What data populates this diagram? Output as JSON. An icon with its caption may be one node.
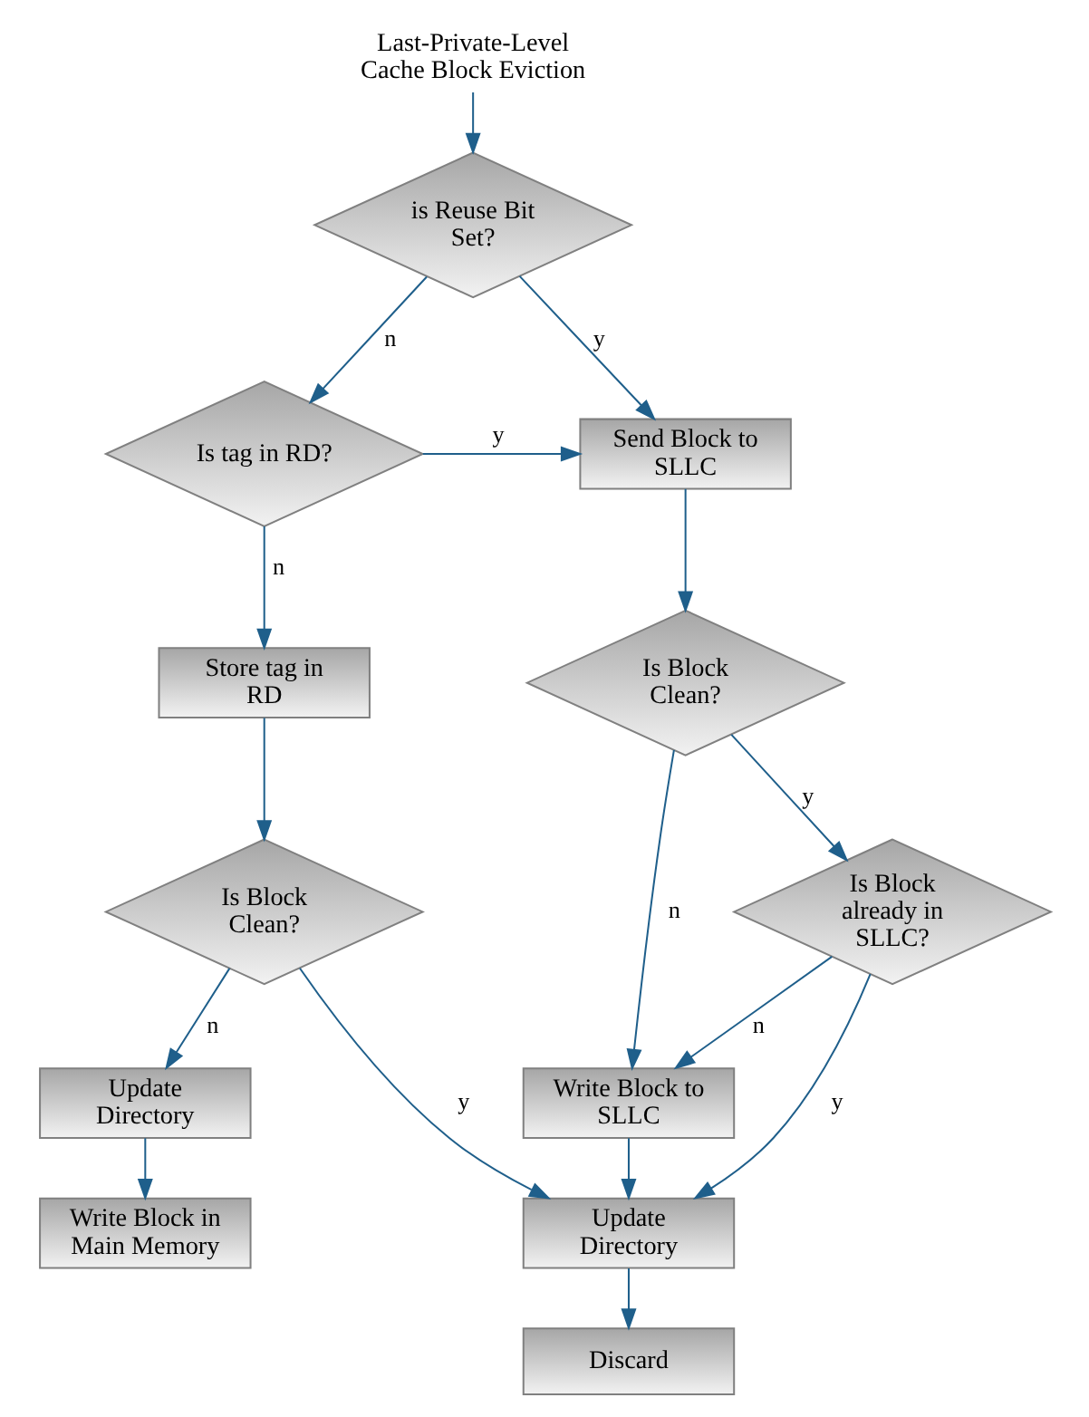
{
  "diagram": {
    "nodes": [
      {
        "text": [
          "Last-Private-Level Cache Block Eviction"
        ]
      },
      {
        "text": [
          "is Reuse Bit Set?"
        ]
      },
      {
        "text": [
          "Is tag in RD?"
        ]
      },
      {
        "text": [
          "Store tag in RD"
        ]
      },
      {
        "text": [
          "Is Block Clean?"
        ]
      },
      {
        "text": [
          "Update Directory"
        ]
      },
      {
        "text": [
          "Write Block in Main Memory"
        ]
      },
      {
        "text": [
          "Send Block to SLLC"
        ]
      },
      {
        "text": [
          "Is Block Clean?"
        ]
      },
      {
        "text": [
          "Is Block already in SLLC?"
        ]
      },
      {
        "text": [
          "Write Block to SLLC"
        ]
      },
      {
        "text": [
          "Update Directory"
        ]
      },
      {
        "text": [
          "Discard"
        ]
      }
    ],
    "edges": [
      {
        "from": 0,
        "to": 1,
        "arrow": "to"
      },
      {
        "from": 1,
        "to": 7,
        "arrow": "to",
        "label": "y"
      },
      {
        "from": 1,
        "to": 2,
        "arrow": "to",
        "label": "n"
      },
      {
        "from": 2,
        "to": 7,
        "arrow": "to",
        "label": "y"
      },
      {
        "from": 2,
        "to": 3,
        "arrow": "to",
        "label": "n"
      },
      {
        "from": 3,
        "to": 4,
        "arrow": "to"
      },
      {
        "from": 4,
        "to": 11,
        "arrow": "to",
        "label": "y"
      },
      {
        "from": 4,
        "to": 5,
        "arrow": "to",
        "label": "n"
      },
      {
        "from": 5,
        "to": 6,
        "arrow": "to"
      },
      {
        "from": 7,
        "to": 8,
        "arrow": "to"
      },
      {
        "from": 8,
        "to": 10,
        "arrow": "to",
        "label": "n"
      },
      {
        "from": 8,
        "to": 9,
        "arrow": "to",
        "label": "y"
      },
      {
        "from": 9,
        "to": 11,
        "arrow": "to",
        "label": "y"
      },
      {
        "from": 9,
        "to": 10,
        "arrow": "to",
        "label": "n"
      },
      {
        "from": 10,
        "to": 11,
        "arrow": "to"
      },
      {
        "from": 11,
        "to": 12,
        "arrow": "to"
      }
    ]
  }
}
